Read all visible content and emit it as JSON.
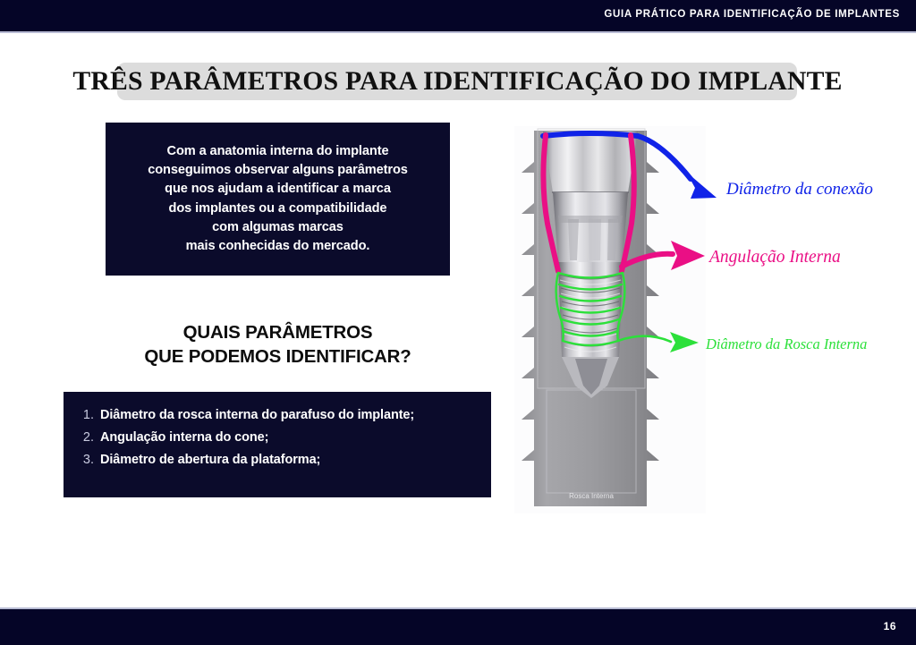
{
  "header": {
    "title": "GUIA PRÁTICO PARA IDENTIFICAÇÃO DE IMPLANTES"
  },
  "footer": {
    "page_number": "16"
  },
  "slide": {
    "title": "TRÊS PARÂMETROS PARA IDENTIFICAÇÃO DO IMPLANTE",
    "intro_paragraph": "Com a anatomia interna do implante conseguimos observar alguns parâmetros que nos ajudam a identificar a marca dos implantes ou a compatibilidade com algumas marcas mais conhecidas do mercado.",
    "intro_lines": [
      "Com a anatomia interna do implante",
      "conseguimos observar alguns parâmetros",
      "que nos ajudam a identificar a marca",
      "dos implantes ou a compatibilidade",
      "com algumas marcas",
      "mais conhecidas do mercado."
    ],
    "question_lines": [
      "QUAIS PARÂMETROS",
      "QUE PODEMOS IDENTIFICAR?"
    ],
    "parameters": [
      {
        "number": "1.",
        "label": "Diâmetro da rosca interna do parafuso do implante;"
      },
      {
        "number": "2.",
        "label": "Angulação interna do cone;"
      },
      {
        "number": "3.",
        "label": "Diâmetro de abertura da plataforma;"
      }
    ]
  },
  "figure": {
    "caption": "Rosca Interna",
    "annotations": [
      {
        "label": "Diâmetro da conexão",
        "color": "#1023e8"
      },
      {
        "label": "Angulação Interna",
        "color": "#ea0f85"
      },
      {
        "label": "Diâmetro da Rosca Interna",
        "color": "#2ce03a"
      }
    ]
  },
  "colors": {
    "navy": "#050527",
    "box_navy": "#0b0b2b",
    "title_band": "#dcdcdc",
    "blue": "#1023e8",
    "pink": "#ea0f85",
    "green": "#2ce03a",
    "implant_gray": "#9a9a9e"
  }
}
